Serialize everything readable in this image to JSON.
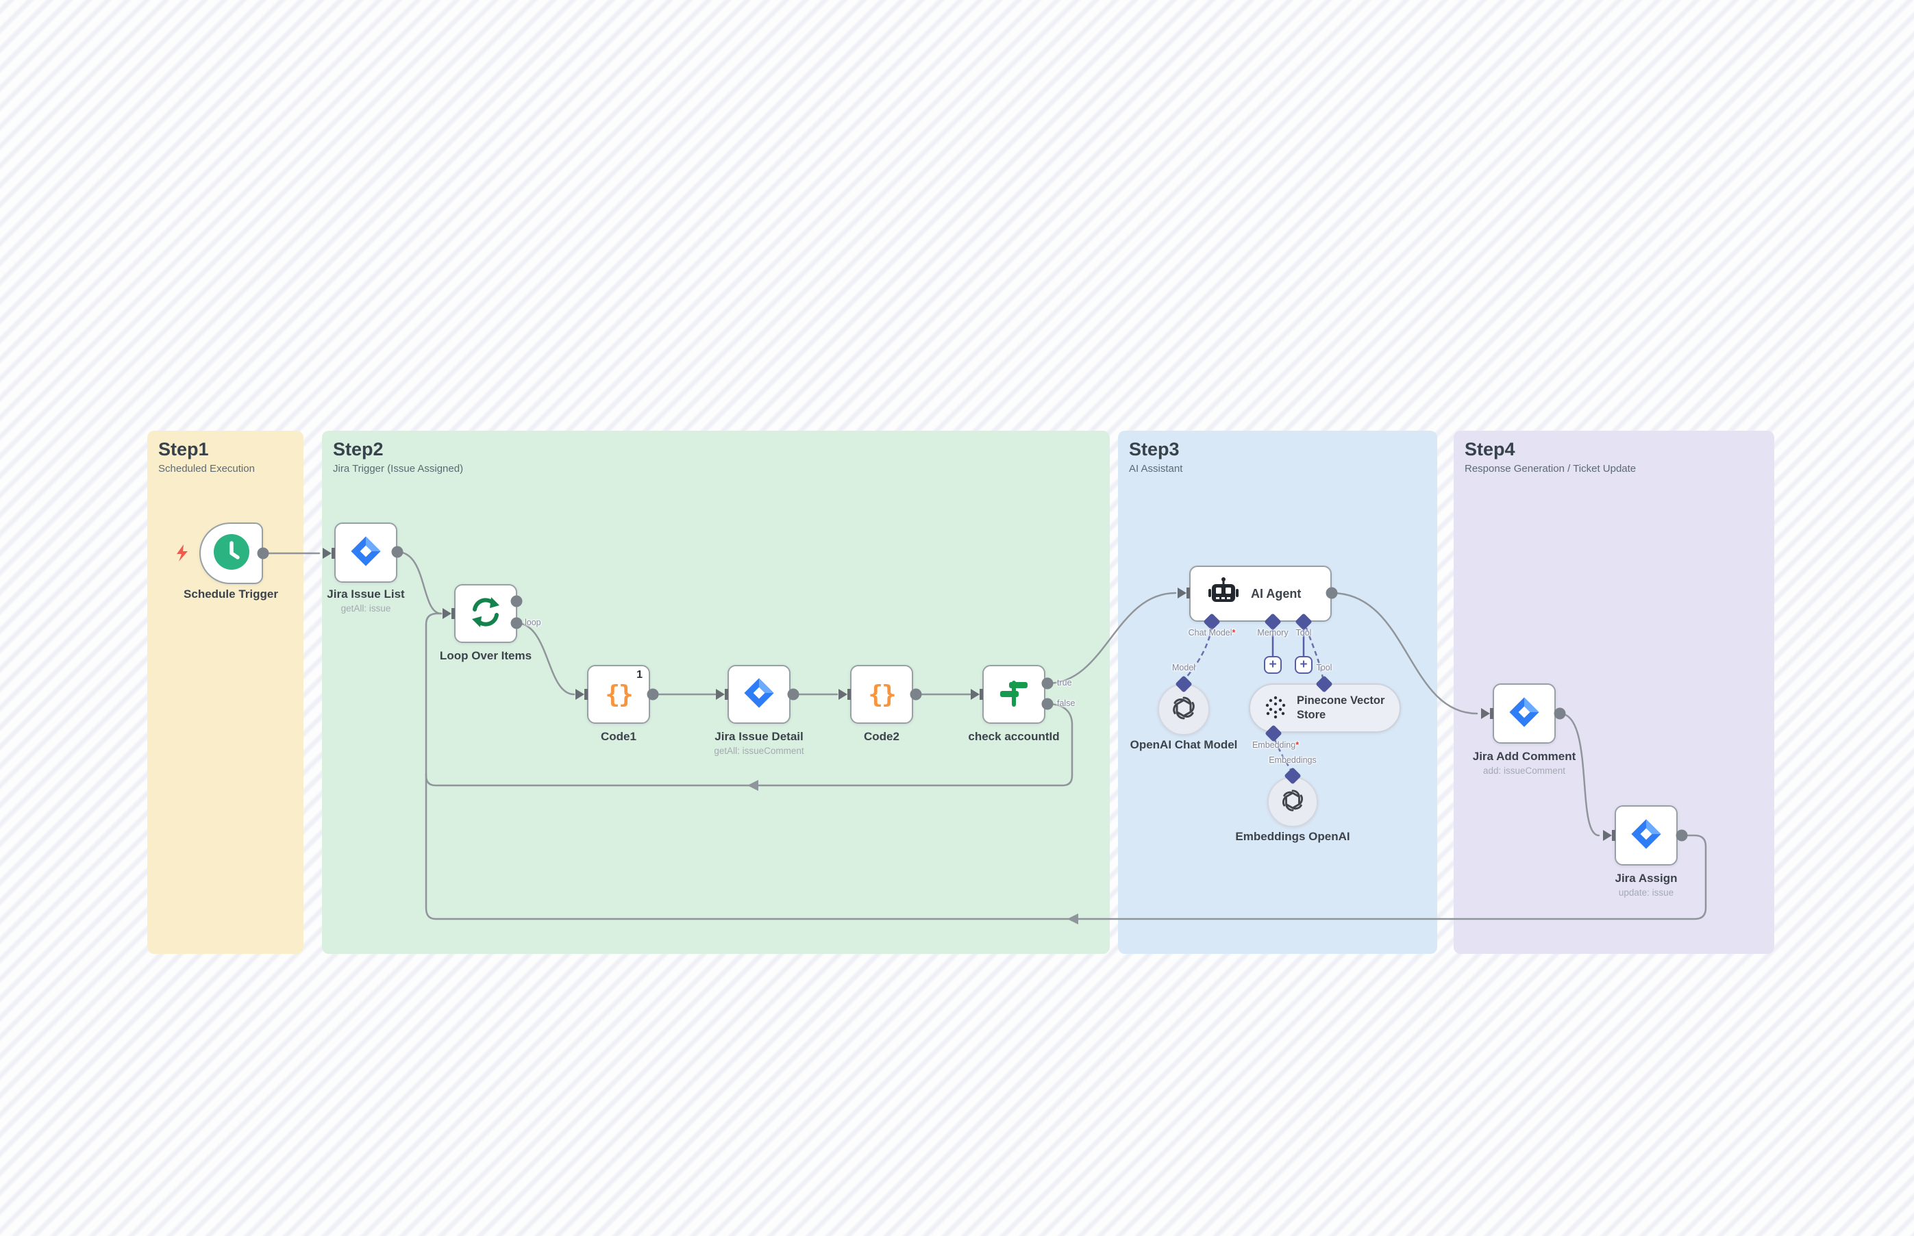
{
  "steps": [
    {
      "title": "Step1",
      "subtitle": "Scheduled Execution"
    },
    {
      "title": "Step2",
      "subtitle": "Jira Trigger (Issue Assigned)"
    },
    {
      "title": "Step3",
      "subtitle": "AI Assistant"
    },
    {
      "title": "Step4",
      "subtitle": "Response Generation / Ticket Update"
    }
  ],
  "nodes": {
    "schedule_trigger": {
      "label": "Schedule Trigger"
    },
    "jira_issue_list": {
      "label": "Jira Issue List",
      "subtitle": "getAll: issue"
    },
    "loop_over_items": {
      "label": "Loop Over Items",
      "port_loop": "loop"
    },
    "code1": {
      "label": "Code1",
      "badge": "1"
    },
    "jira_issue_detail": {
      "label": "Jira Issue Detail",
      "subtitle": "getAll: issueComment"
    },
    "code2": {
      "label": "Code2"
    },
    "check_accountid": {
      "label": "check accountId",
      "port_true": "true",
      "port_false": "false"
    },
    "ai_agent": {
      "label": "AI Agent",
      "port_chat_model": "Chat Model",
      "port_memory": "Memory",
      "port_tool": "Tool",
      "required_mark": "*"
    },
    "openai_chat_model": {
      "label": "OpenAI Chat Model",
      "port_model": "Model"
    },
    "pinecone_vector_store": {
      "label": "Pinecone Vector Store",
      "port_tool": "Tool",
      "port_embedding": "Embedding",
      "required_mark": "*"
    },
    "embeddings_openai": {
      "label": "Embeddings OpenAI",
      "port_embeddings": "Embeddings"
    },
    "jira_add_comment": {
      "label": "Jira Add Comment",
      "subtitle": "add: issueComment"
    },
    "jira_assign": {
      "label": "Jira Assign",
      "subtitle": "update: issue"
    }
  },
  "icons": {
    "code_braces": "{}",
    "plus": "+"
  },
  "colors": {
    "step1_bg": "#faeeca",
    "step2_bg": "#d9efdf",
    "step3_bg": "#d9e8f6",
    "step4_bg": "#e4e2f3",
    "connector": "#8f959b",
    "ai_connector": "#565ea6",
    "jira_blue": "#2f7df6",
    "green_icon": "#169a4e",
    "schedule_green": "#2bb381",
    "code_orange": "#f6953e",
    "required_red": "#e23b3b"
  }
}
